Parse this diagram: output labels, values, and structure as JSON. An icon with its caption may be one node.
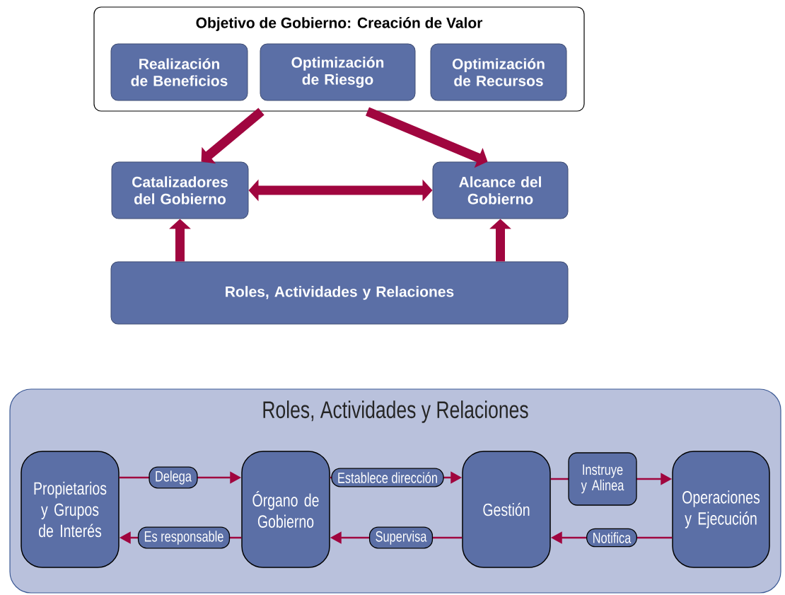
{
  "diagram": {
    "nodes": [
      {
        "text": [
          "Objetivo de Gobierno: Creación de Valor"
        ]
      },
      {
        "text": [
          "Realización de Beneficios"
        ],
        "in": 0
      },
      {
        "text": [
          "Optimización de Riesgo"
        ],
        "in": 0
      },
      {
        "text": [
          "Optimización de Recursos"
        ],
        "in": 0
      },
      {
        "text": [
          "Catalizadores del Gobierno"
        ]
      },
      {
        "text": [
          "Alcance del Gobierno"
        ]
      },
      {
        "text": [
          "Roles, Actividades y Relaciones"
        ]
      },
      {
        "text": [
          "Roles, Actividades y Relaciones"
        ]
      },
      {
        "text": [
          "Propietarios y Grupos de Interés"
        ],
        "in": 7
      },
      {
        "text": [
          "Órgano de Gobierno"
        ],
        "in": 7
      },
      {
        "text": [
          "Gestión"
        ],
        "in": 7
      },
      {
        "text": [
          "Operaciones y Ejecución"
        ],
        "in": 7
      }
    ],
    "edges": [
      {
        "from": 0,
        "to": 4,
        "arrow": "to",
        "style": "thick"
      },
      {
        "from": 0,
        "to": 5,
        "arrow": "to",
        "style": "thick"
      },
      {
        "from": 4,
        "to": 5,
        "arrow": "both",
        "style": "thick"
      },
      {
        "from": 6,
        "to": 4,
        "arrow": "to",
        "style": "thick"
      },
      {
        "from": 6,
        "to": 5,
        "arrow": "to",
        "style": "thick"
      },
      {
        "from": 8,
        "to": 9,
        "arrow": "to",
        "label": "Delega"
      },
      {
        "from": 9,
        "to": 8,
        "arrow": "to",
        "label": "Es responsable"
      },
      {
        "from": 9,
        "to": 10,
        "arrow": "to",
        "label": "Establece dirección"
      },
      {
        "from": 10,
        "to": 9,
        "arrow": "to",
        "label": "Supervisa"
      },
      {
        "from": 10,
        "to": 11,
        "arrow": "to",
        "label": "Instruye y Alinea"
      },
      {
        "from": 11,
        "to": 10,
        "arrow": "to",
        "label": "Notifica"
      }
    ]
  }
}
